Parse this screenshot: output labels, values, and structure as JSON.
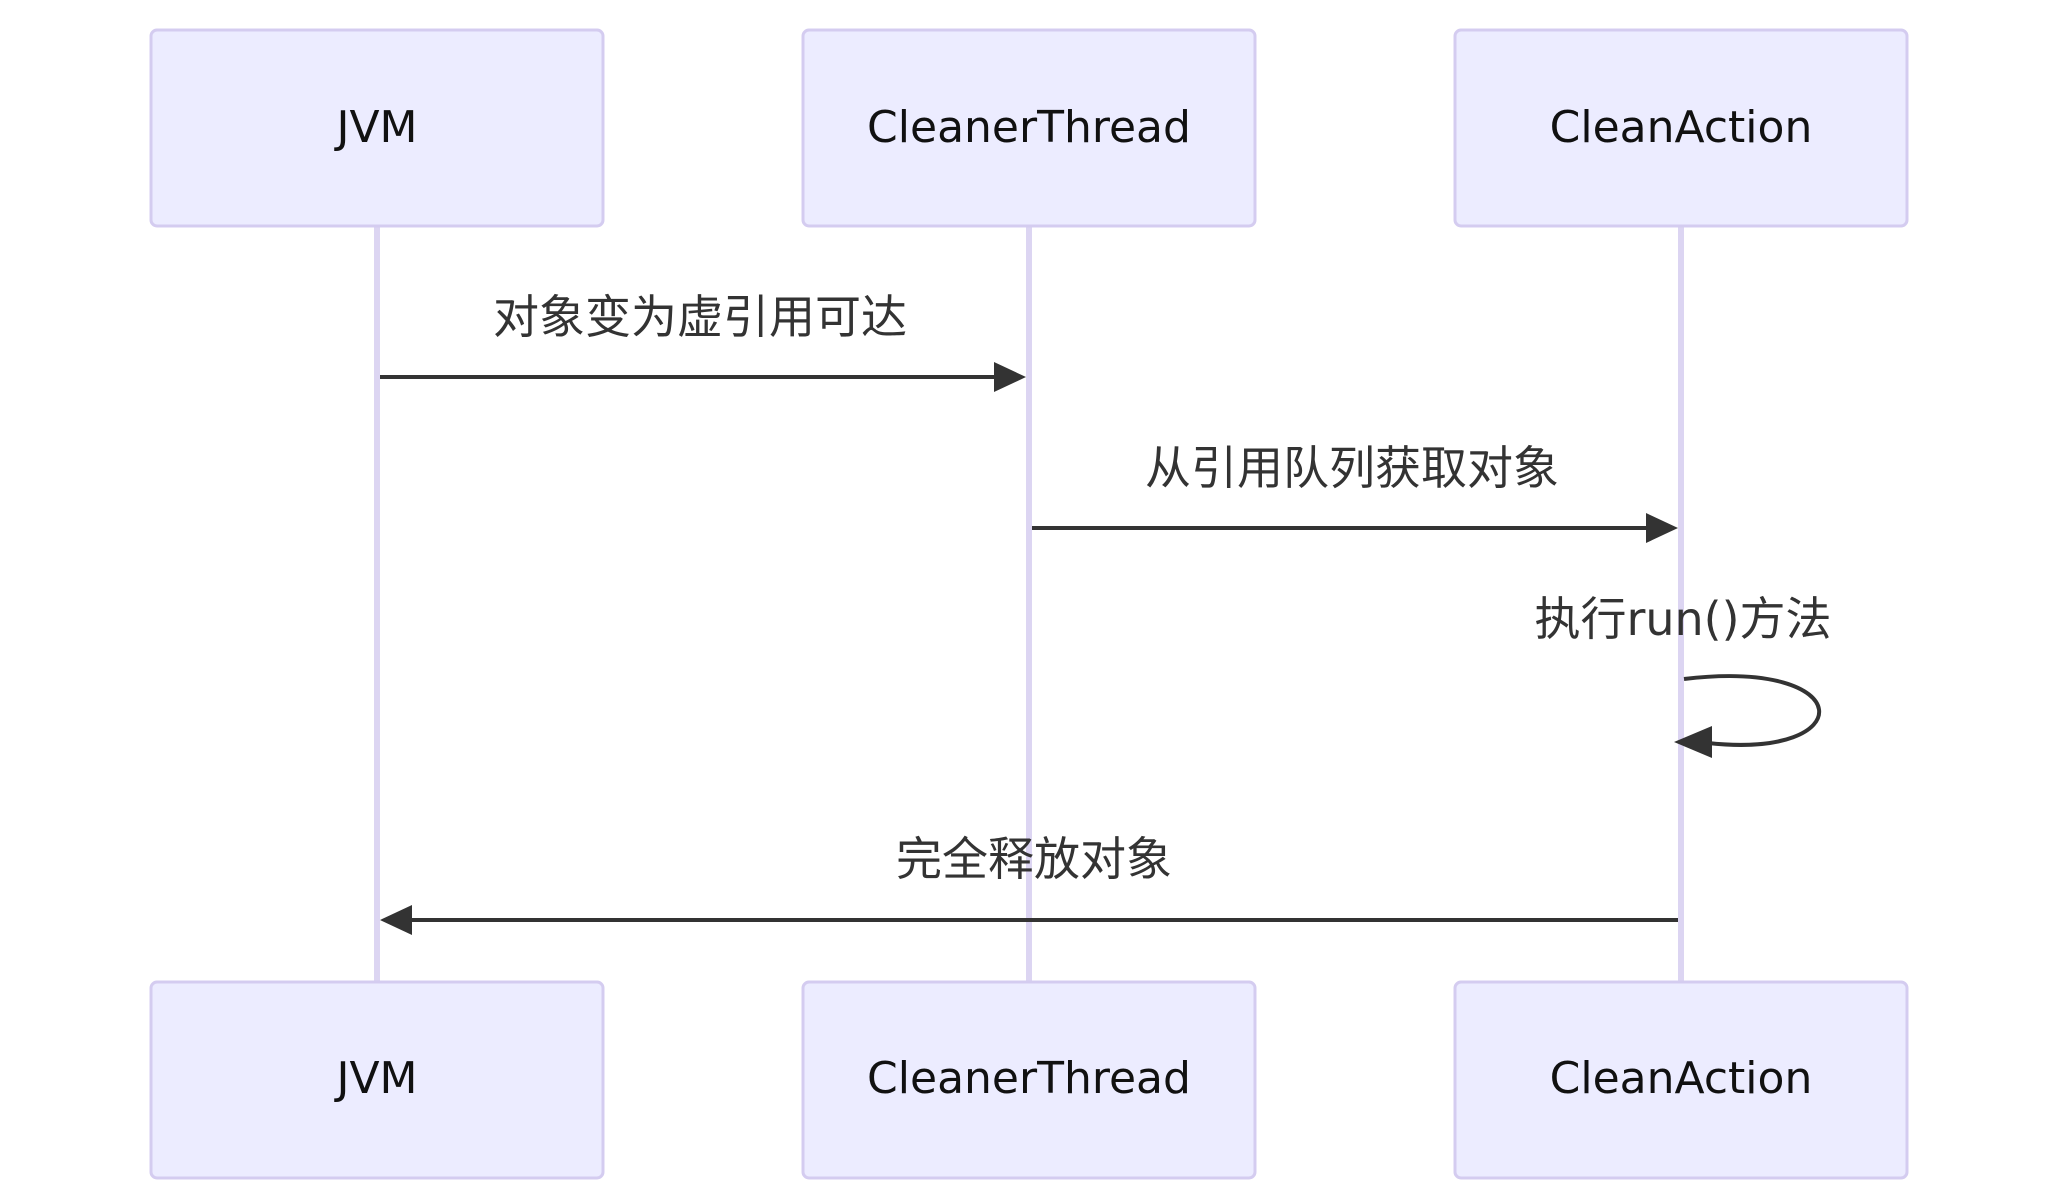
{
  "diagram": {
    "type": "sequence",
    "colors": {
      "actor_fill": "#ECECFF",
      "actor_border": "#D4CCF0",
      "lifeline": "#DCD5F2",
      "message": "#333333"
    },
    "actors": [
      {
        "id": "jvm",
        "label": "JVM"
      },
      {
        "id": "cleaner",
        "label": "CleanerThread"
      },
      {
        "id": "action",
        "label": "CleanAction"
      }
    ],
    "messages": [
      {
        "from": "JVM",
        "to": "CleanerThread",
        "label": "对象变为虚引用可达"
      },
      {
        "from": "CleanerThread",
        "to": "CleanAction",
        "label": "从引用队列获取对象"
      },
      {
        "from": "CleanAction",
        "to": "CleanAction",
        "label": "执行run()方法"
      },
      {
        "from": "CleanAction",
        "to": "JVM",
        "label": "完全释放对象"
      }
    ]
  }
}
